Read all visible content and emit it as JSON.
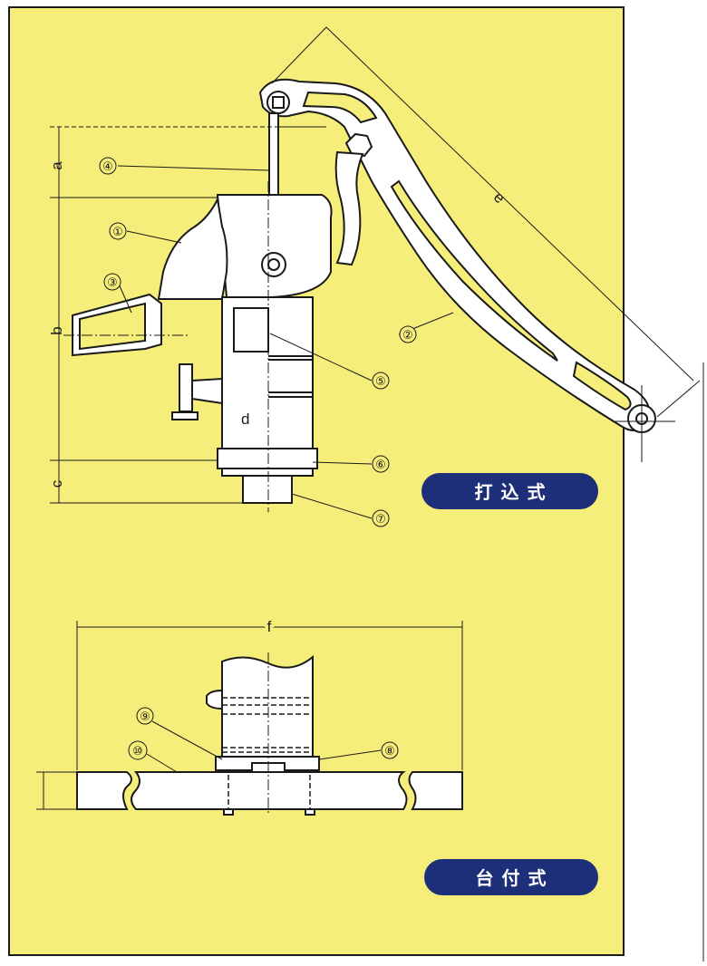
{
  "colors": {
    "background": "#f6ee7a",
    "frame": "#1a1a1a",
    "badge": "#1e2f7a",
    "badge_text": "#ffffff",
    "metal_fill": "#ffffff",
    "line": "#1a1a1a"
  },
  "dimensions": {
    "a": "a",
    "b": "b",
    "c": "c",
    "d": "d",
    "e": "e",
    "f": "f"
  },
  "callouts": {
    "p1": "①",
    "p2": "②",
    "p3": "③",
    "p4": "④",
    "p5": "⑤",
    "p6": "⑥",
    "p7": "⑦",
    "p8": "⑧",
    "p9": "⑨",
    "p10": "⑩"
  },
  "badges": {
    "driven_type": "打込式",
    "base_type": "台付式"
  }
}
